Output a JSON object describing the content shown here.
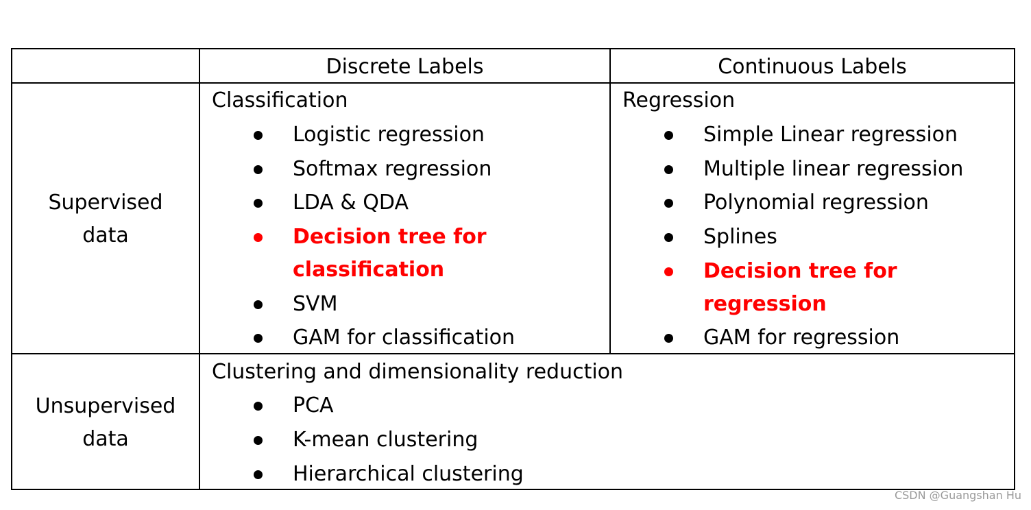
{
  "colors": {
    "border": "#000000",
    "text": "#000000",
    "highlight": "#ff0000",
    "watermark": "#9a9a9a"
  },
  "header": {
    "discrete": "Discrete Labels",
    "continuous": "Continuous Labels"
  },
  "rows": {
    "supervised": {
      "label_line1": "Supervised",
      "label_line2": "data",
      "classification": {
        "title": "Classification",
        "items": [
          "Logistic regression",
          "Softmax regression",
          "LDA & QDA",
          "Decision tree for",
          "classification",
          "SVM",
          "GAM for classification"
        ]
      },
      "regression": {
        "title": "Regression",
        "items": [
          "Simple Linear regression",
          "Multiple linear regression",
          "Polynomial regression",
          "Splines",
          "Decision tree for",
          "regression",
          "GAM for regression"
        ]
      }
    },
    "unsupervised": {
      "label_line1": "Unsupervised",
      "label_line2": "data",
      "clustering": {
        "title": "Clustering and dimensionality reduction",
        "items": [
          "PCA",
          "K-mean clustering",
          "Hierarchical clustering"
        ]
      }
    }
  },
  "watermark": "CSDN @Guangshan Hu"
}
